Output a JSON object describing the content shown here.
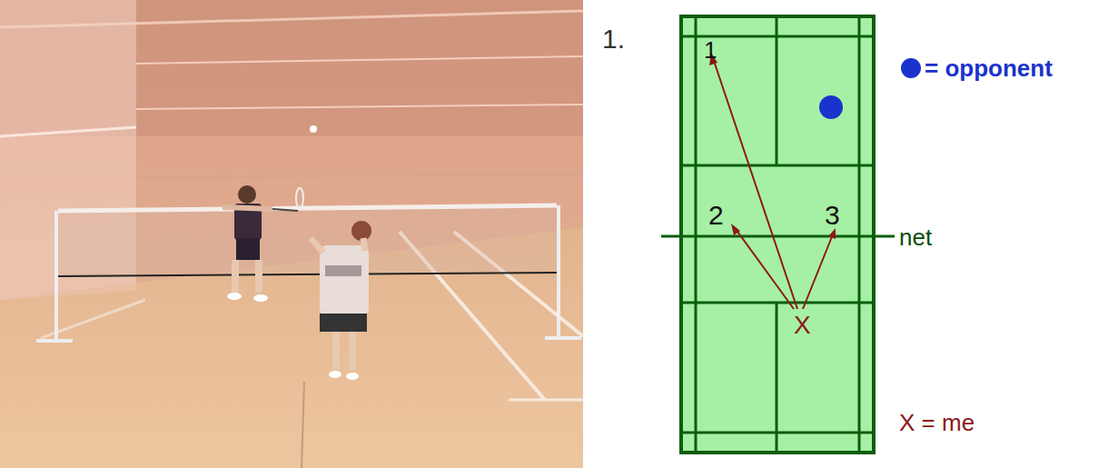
{
  "diagram": {
    "labels": [
      "1.",
      "1",
      "2",
      "3",
      "net",
      "X"
    ],
    "legend": [
      {
        "text": "= opponent",
        "color": "#1a33cc"
      },
      {
        "text": "X = me"
      }
    ]
  }
}
